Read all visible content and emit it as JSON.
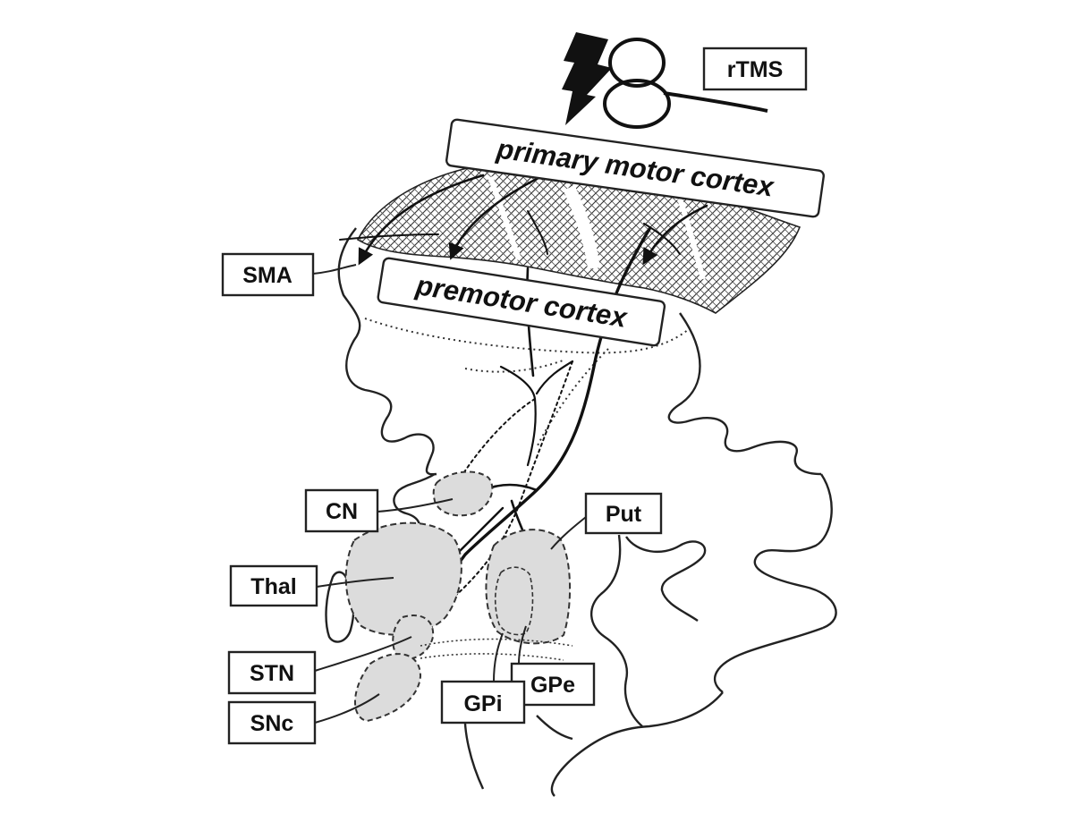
{
  "diagram": {
    "stimulation": {
      "label": "rTMS",
      "icon": "lightning-bolt-icon",
      "coil": "figure-eight-coil-icon"
    },
    "cortex": {
      "primary": "primary motor cortex",
      "premotor": "premotor cortex"
    },
    "regions": {
      "sma": "SMA",
      "cn": "CN",
      "put": "Put",
      "thal": "Thal",
      "stn": "STN",
      "snc": "SNc",
      "gpi": "GPi",
      "gpe": "GPe"
    },
    "colors": {
      "ink": "#222222",
      "shade": "#dcdcdc",
      "background": "#ffffff"
    }
  }
}
